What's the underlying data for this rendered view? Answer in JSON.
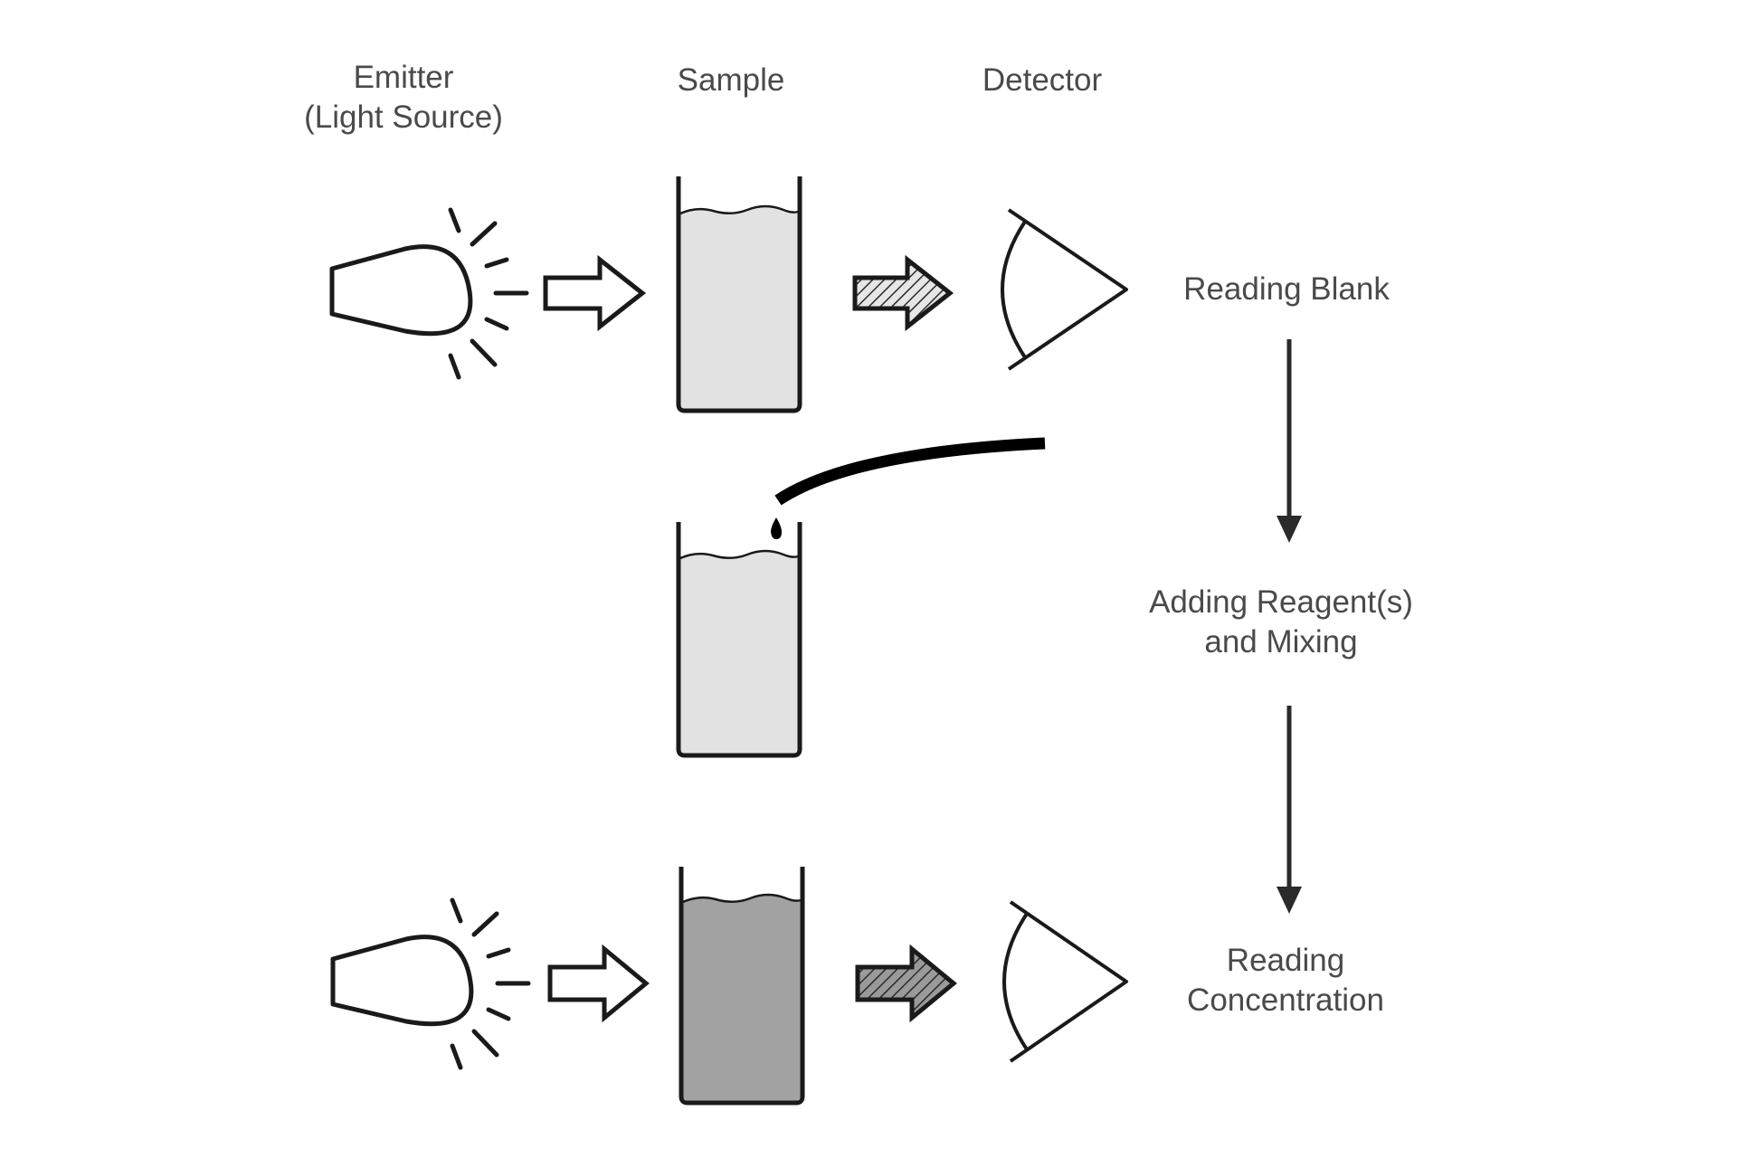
{
  "diagram": {
    "headers": {
      "emitter_line1": "Emitter",
      "emitter_line2": "(Light Source)",
      "sample": "Sample",
      "detector": "Detector"
    },
    "steps": {
      "reading_blank": "Reading Blank",
      "adding_line1": "Adding Reagent(s)",
      "adding_line2": "and Mixing",
      "reading_line1": "Reading",
      "reading_line2": "Concentration"
    },
    "colors": {
      "stroke": "#1a1a1a",
      "liquid_light": "#e2e2e2",
      "liquid_dark": "#a2a2a2",
      "hatch_light_bg": "#e6e6e6",
      "hatch_dark_bg": "#9a9a9a",
      "text": "#4a4a4a"
    }
  }
}
